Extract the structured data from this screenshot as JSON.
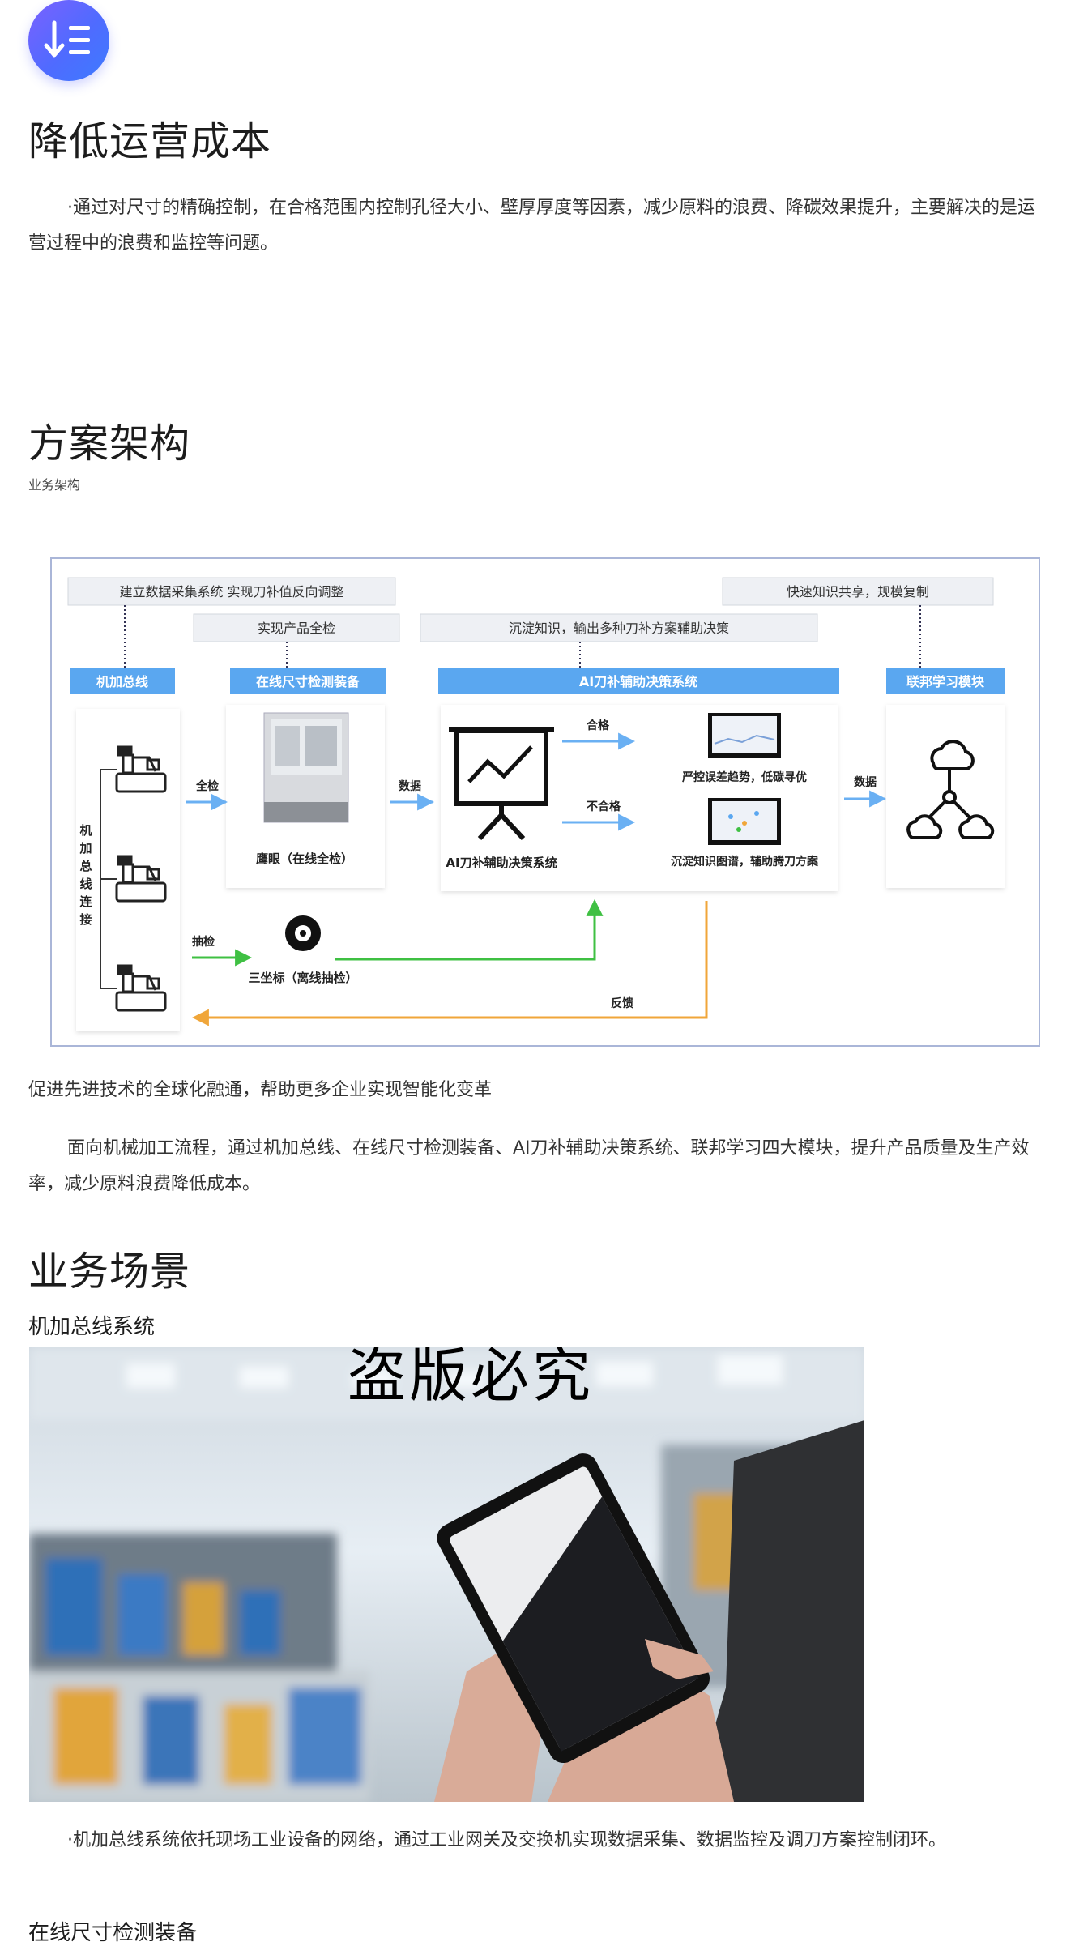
{
  "section1": {
    "icon": "sort-descending-list-icon",
    "title": "降低运营成本",
    "body": "·通过对尺寸的精确控制，在合格范围内控制孔径大小、壁厚厚度等因素，减少原料的浪费、降碳效果提升，主要解决的是运营过程中的浪费和监控等问题。"
  },
  "section2": {
    "title": "方案架构",
    "subtitle": "业务架构",
    "diagram": {
      "top_labels": {
        "collect": "建立数据采集系统  实现刀补值反向调整",
        "inspect": "实现产品全检",
        "knowledge": "沉淀知识，输出多种刀补方案辅助决策",
        "share": "快速知识共享，规模复制"
      },
      "modules": {
        "bus": "机加总线",
        "online": "在线尺寸检测装备",
        "ai": "AI刀补辅助决策系统",
        "federated": "联邦学习模块"
      },
      "bus_vertical": [
        "机",
        "加",
        "总",
        "线",
        "连",
        "接"
      ],
      "arrows": {
        "full_check": "全检",
        "data1": "数据",
        "pass": "合格",
        "fail": "不合格",
        "data2": "数据",
        "sample": "抽检",
        "feedback": "反馈"
      },
      "captions": {
        "eagle_eye": "鹰眼（在线全检）",
        "ai_system": "AI刀补辅助决策系统",
        "pass_result": "严控误差趋势，低碳寻优",
        "fail_result": "沉淀知识图谱，辅助腾刀方案",
        "cmm": "三坐标（离线抽检）"
      }
    },
    "summary": "促进先进技术的全球化融通，帮助更多企业实现智能化变革",
    "body": "面向机械加工流程，通过机加总线、在线尺寸检测装备、AI刀补辅助决策系统、联邦学习四大模块，提升产品质量及生产效率，减少原料浪费降低成本。"
  },
  "section3": {
    "title": "业务场景",
    "item1_title": "机加总线系统",
    "watermark": "盗版必究",
    "item1_body": "·机加总线系统依托现场工业设备的网络，通过工业网关及交换机实现数据采集、数据监控及调刀方案控制闭环。",
    "item2_title": "在线尺寸检测装备"
  },
  "colors": {
    "accent_gradient_start": "#7b61ff",
    "accent_gradient_end": "#3d7bff",
    "module_header": "#5aa7f0",
    "blue_arrow": "#6ab0f3",
    "green_arrow": "#3fc043",
    "orange_arrow": "#f0a63a"
  }
}
